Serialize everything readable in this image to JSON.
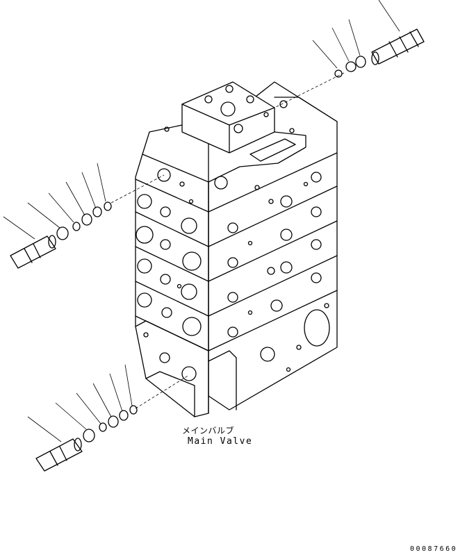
{
  "diagram": {
    "label_japanese": "メインバルブ",
    "label_english": "Main Valve",
    "drawing_number": "00087660"
  }
}
